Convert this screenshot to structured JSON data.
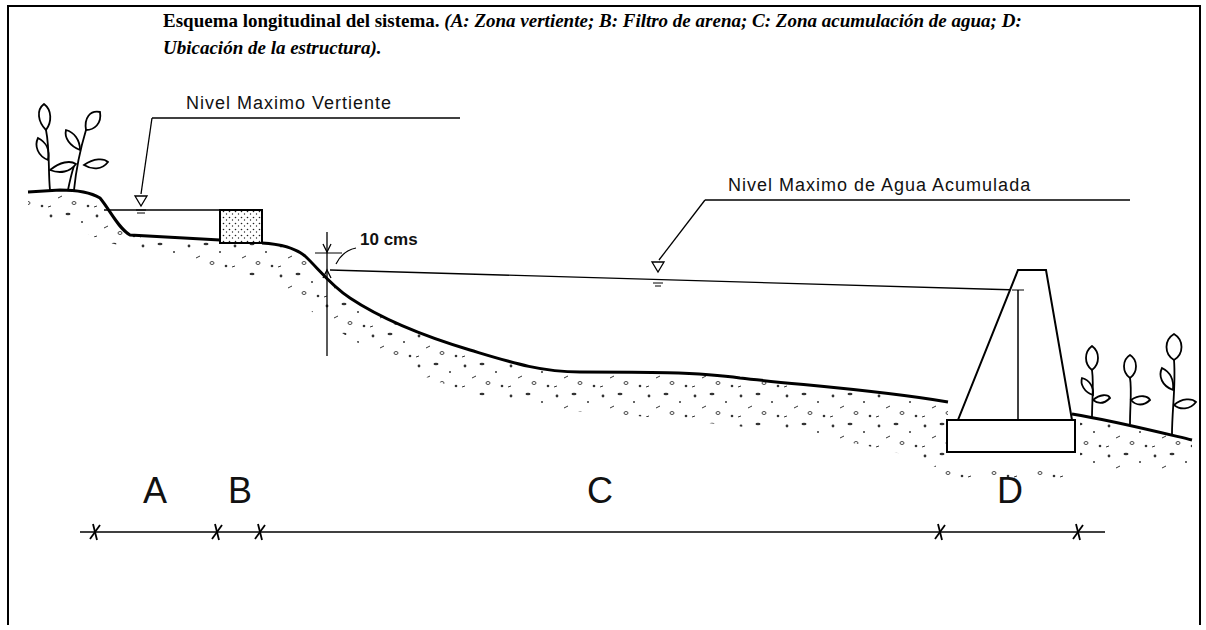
{
  "diagram": {
    "title": "Esquema longitudinal del sistema.",
    "caption": "(A: Zona vertiente; B: Filtro de arena; C: Zona acumulación de agua; D: Ubicación de la estructura).",
    "labels": [
      "Nivel Maximo Vertiente",
      "10 cms",
      "Nivel Maximo de Agua Acumulada",
      "A",
      "B",
      "C",
      "D"
    ]
  }
}
